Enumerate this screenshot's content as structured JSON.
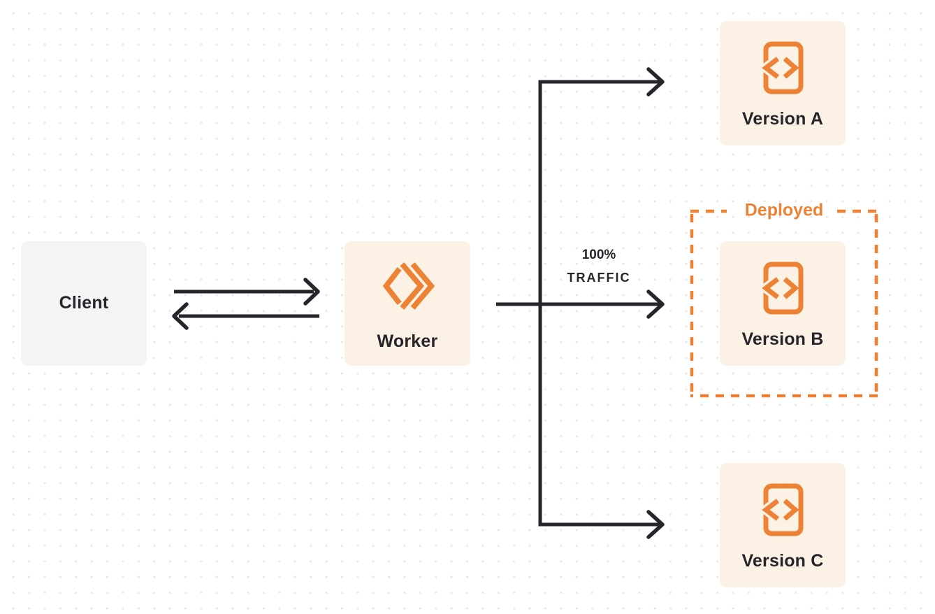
{
  "colors": {
    "accent": "#ED8234",
    "ink": "#26252B",
    "cream": "#FBF1E4",
    "gray": "#F4F4F5",
    "bg": "#FFFFFF",
    "dot": "#E7E7E7"
  },
  "nodes": {
    "client": {
      "label": "Client"
    },
    "worker": {
      "label": "Worker",
      "icon": "worker-chevron-diamond-icon"
    },
    "versions": [
      {
        "label": "Version A",
        "icon": "code-file-icon"
      },
      {
        "label": "Version B",
        "icon": "code-file-icon"
      },
      {
        "label": "Version C",
        "icon": "code-file-icon"
      }
    ]
  },
  "deployed": {
    "label": "Deployed"
  },
  "traffic": {
    "line1": "100%",
    "line2": "TRAFFIC"
  }
}
